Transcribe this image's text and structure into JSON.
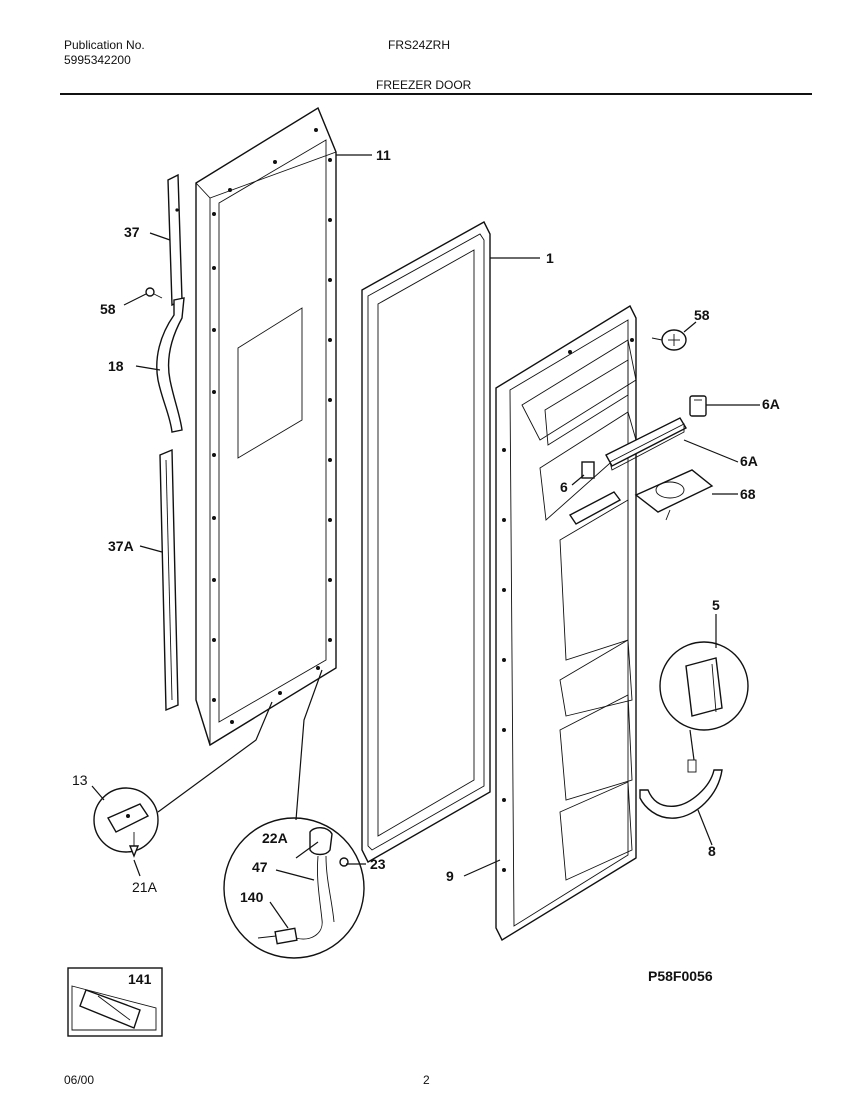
{
  "header": {
    "publication_label": "Publication No.",
    "publication_number": "5995342200",
    "model": "FRS24ZRH",
    "section_title": "FREEZER DOOR"
  },
  "callouts": {
    "c11": "11",
    "c1": "1",
    "c37": "37",
    "c58_left": "58",
    "c18": "18",
    "c37A": "37A",
    "c58_right": "58",
    "c6A_top": "6A",
    "c6A_mid": "6A",
    "c6": "6",
    "c68": "68",
    "c5": "5",
    "c8": "8",
    "c9": "9",
    "c13": "13",
    "c21A": "21A",
    "c22A": "22A",
    "c47": "47",
    "c23": "23",
    "c140": "140",
    "c141": "141"
  },
  "figure_code": "P58F0056",
  "footer": {
    "date": "06/00",
    "page": "2"
  }
}
